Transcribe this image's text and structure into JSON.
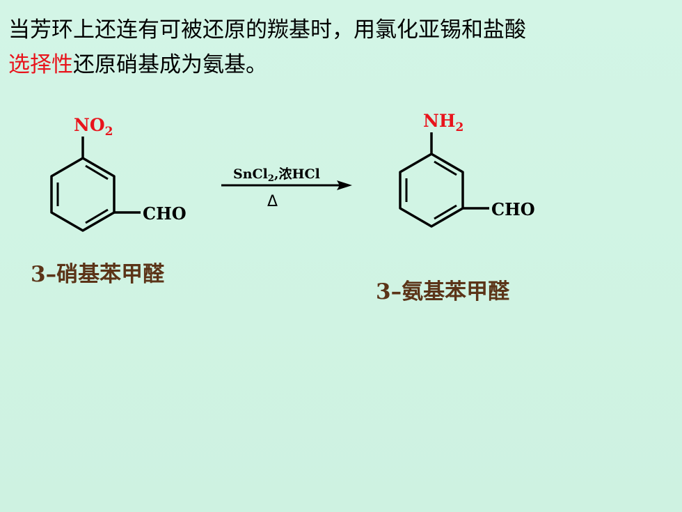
{
  "intro": {
    "line1": "当芳环上还连有可被还原的羰基时，用氯化亚锡和盐酸",
    "highlight": "选择性",
    "line2_rest": "还原硝基成为氨基。"
  },
  "reactant": {
    "group_top": "NO",
    "group_top_sub": "2",
    "group_side": "CHO",
    "name": "3–硝基苯甲醛"
  },
  "reagent": {
    "above_a": "SnCl",
    "above_sub": "2",
    "above_b": ",浓HCl",
    "below": "Δ"
  },
  "product": {
    "group_top": "NH",
    "group_top_sub": "2",
    "group_side": "CHO",
    "name": "3–氨基苯甲醛"
  },
  "colors": {
    "highlight": "#e8141c",
    "compound_name": "#5b3418",
    "substituent_top": "#e8141c",
    "background": "#d3f5e6"
  }
}
